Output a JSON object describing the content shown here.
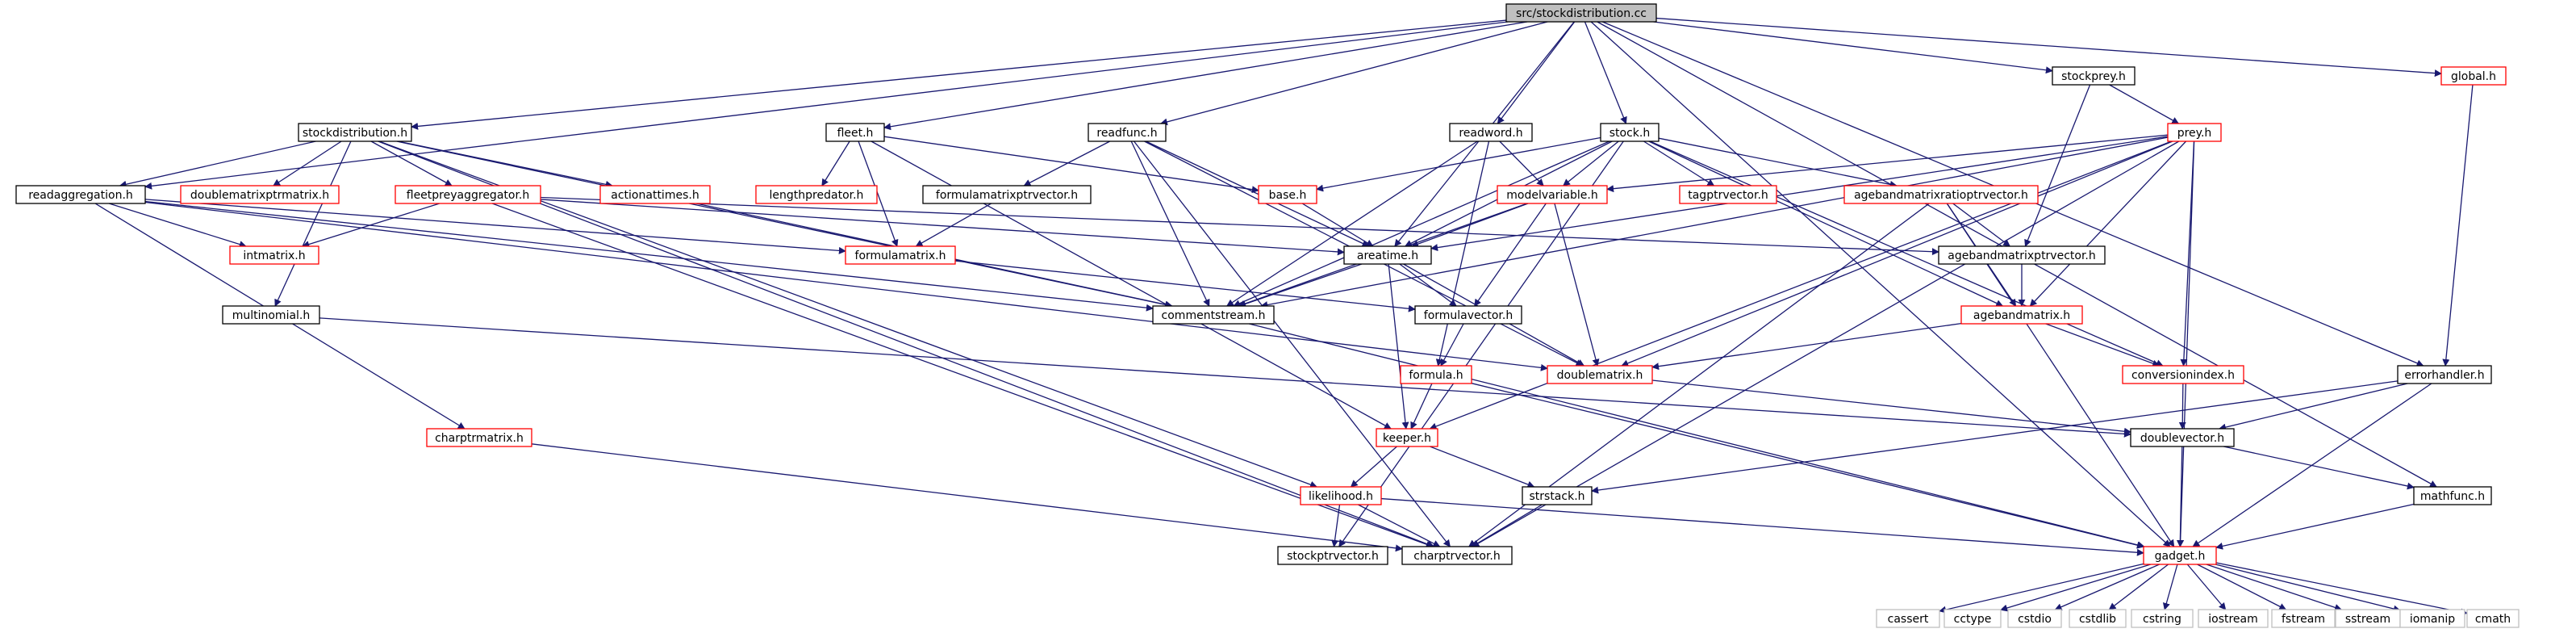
{
  "title": "src/stockdistribution.cc",
  "colors": {
    "edge": "#191970",
    "node_border": "#000000",
    "red_border": "#ff0000",
    "system_border": "#bfbfbf",
    "root_fill": "#bfbfbf",
    "text": "#000000"
  },
  "nodes": {
    "root": "src/stockdistribution.cc",
    "stockdistribution_h": "stockdistribution.h",
    "fleet_h": "fleet.h",
    "readfunc_h": "readfunc.h",
    "readword_h": "readword.h",
    "stock_h": "stock.h",
    "stockprey_h": "stockprey.h",
    "global_h": "global.h",
    "readaggregation_h": "readaggregation.h",
    "doublematrixptrmatrix_h": "doublematrixptrmatrix.h",
    "fleetpreyaggregator_h": "fleetpreyaggregator.h",
    "actionattimes_h": "actionattimes.h",
    "lengthpredator_h": "lengthpredator.h",
    "formulamatrixptrvector_h": "formulamatrixptrvector.h",
    "base_h": "base.h",
    "modelvariable_h": "modelvariable.h",
    "tagptrvector_h": "tagptrvector.h",
    "agebandmatrixratioptrvector_h": "agebandmatrixratioptrvector.h",
    "prey_h": "prey.h",
    "intmatrix_h": "intmatrix.h",
    "formulamatrix_h": "formulamatrix.h",
    "areatime_h": "areatime.h",
    "agebandmatrixptrvector_h": "agebandmatrixptrvector.h",
    "multinomial_h": "multinomial.h",
    "commentstream_h": "commentstream.h",
    "formulavector_h": "formulavector.h",
    "agebandmatrix_h": "agebandmatrix.h",
    "formula_h": "formula.h",
    "doublematrix_h": "doublematrix.h",
    "conversionindex_h": "conversionindex.h",
    "errorhandler_h": "errorhandler.h",
    "charptrmatrix_h": "charptrmatrix.h",
    "keeper_h": "keeper.h",
    "doublevector_h": "doublevector.h",
    "likelihood_h": "likelihood.h",
    "strstack_h": "strstack.h",
    "mathfunc_h": "mathfunc.h",
    "stockptrvector_h": "stockptrvector.h",
    "charptrvector_h": "charptrvector.h",
    "gadget_h": "gadget.h",
    "cassert": "cassert",
    "cctype": "cctype",
    "cstdio": "cstdio",
    "cstdlib": "cstdlib",
    "cstring": "cstring",
    "iostream": "iostream",
    "fstream": "fstream",
    "sstream": "sstream",
    "iomanip": "iomanip",
    "cmath": "cmath"
  }
}
